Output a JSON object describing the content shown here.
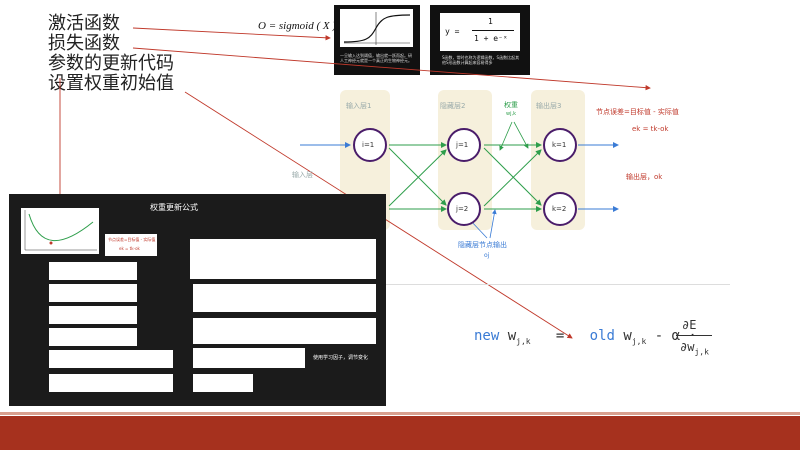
{
  "bullets": [
    "激活函数",
    "损失函数",
    "参数的更新代码",
    "设置权重初始值"
  ],
  "sigmoid_formula": "O = sigmoid ( X )",
  "sigmoid_plot": {
    "caption": "一旦输入达到阈值，输出就一跃而起。研人工神经元就是一个真正的生物神经元。"
  },
  "sigmoid_equation": {
    "lhs": "y =",
    "numerator": "1",
    "denominator": "1 + e⁻ˣ",
    "caption": "S函数，常时也称为逻辑函数，S函数比起其他S形函数计算起来容易得多"
  },
  "network": {
    "input_layer_label": "输入层1",
    "hidden_layer_label": "隐藏层2",
    "output_layer_label": "输出层3",
    "input_side_label": "输入层",
    "weight_label": "权重",
    "weight_sub": "wj,k",
    "hidden_output_label": "隐藏层节点输出",
    "hidden_output_sub": "oj",
    "error_label": "节点误差=目标值 - 实际值",
    "error_formula": "ek = tk-ok",
    "output_label": "输出层，ok",
    "nodes": {
      "i1": "i=1",
      "j1": "j=1",
      "j2": "j=2",
      "k1": "k=1",
      "k2": "k=2"
    }
  },
  "dark_panel": {
    "title": "权重更新公式",
    "error_note_title": "节点误差=目标值 - 实际值",
    "error_note_formula": "ek = tk-ok",
    "learning_rate_note": "使用学习因子，调节变化"
  },
  "update_equation": {
    "new": "new",
    "old": "old",
    "w": "w",
    "sub": "j,k",
    "equals": "=",
    "minus_alpha": "- α ·",
    "partial_num": "∂E",
    "partial_den": "∂w",
    "partial_den_sub": "j,k"
  },
  "colors": {
    "footer": "#a6311e",
    "arrow_red": "#c0392b",
    "arrow_green": "#2e9e4b",
    "arrow_blue": "#3a7bd5",
    "node_border": "#4a1d6a",
    "layer_band": "#f6f0dc",
    "equation_blue": "#1e4a8a"
  }
}
